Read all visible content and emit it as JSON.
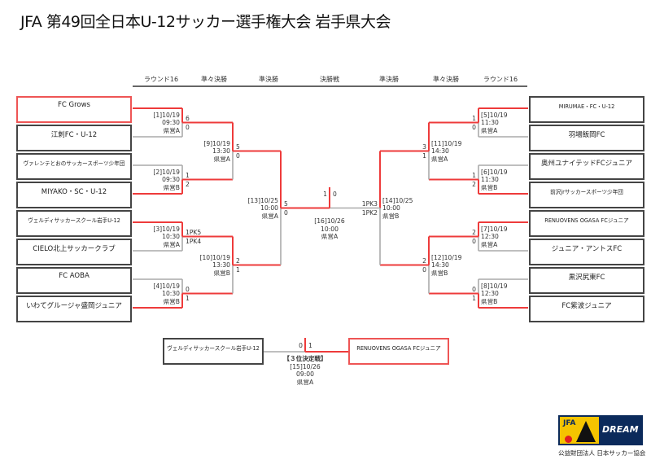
{
  "title": "JFA 第49回全日本U-12サッカー選手権大会 岩手県大会",
  "rounds": {
    "left": [
      "ラウンド16",
      "準々決勝",
      "準決勝"
    ],
    "final": "決勝戦",
    "right": [
      "準決勝",
      "準々決勝",
      "ラウンド16"
    ]
  },
  "teams": {
    "left": [
      {
        "name": "FC Grows",
        "highlight": true
      },
      {
        "name": "江刺FC・U-12"
      },
      {
        "name": "ヴァレンテとおのサッカースポーツ少年団"
      },
      {
        "name": "MIYAKO・SC・U-12"
      },
      {
        "name": "ヴェルディサッカースクール岩手U-12"
      },
      {
        "name": "CIELO北上サッカークラブ"
      },
      {
        "name": "FC AOBA"
      },
      {
        "name": "いわてグルージャ盛岡ジュニア"
      }
    ],
    "right": [
      {
        "name": "MIRUMAE・FC・U-12"
      },
      {
        "name": "羽場飯岡FC"
      },
      {
        "name": "奥州ユナイテッドFCジュニア"
      },
      {
        "name": "前沢jrサッカースポーツ少年団"
      },
      {
        "name": "RENUOVENS OGASA FCジュニア"
      },
      {
        "name": "ジュニア・アントスFC"
      },
      {
        "name": "黒沢尻東FC"
      },
      {
        "name": "FC紫波ジュニア"
      }
    ]
  },
  "matches": {
    "m1": {
      "id": "[1]10/19",
      "time": "09:30",
      "venue": "県営A",
      "scores": [
        "6",
        "0"
      ],
      "winner": 0
    },
    "m2": {
      "id": "[2]10/19",
      "time": "09:30",
      "venue": "県営B",
      "scores": [
        "1",
        "2"
      ],
      "winner": 1
    },
    "m3": {
      "id": "[3]10/19",
      "time": "10:30",
      "venue": "県営A",
      "scores": [
        "1PK5",
        "1PK4"
      ],
      "winner": 0
    },
    "m4": {
      "id": "[4]10/19",
      "time": "10:30",
      "venue": "県営B",
      "scores": [
        "0",
        "1"
      ],
      "winner": 1
    },
    "m5": {
      "id": "[5]10/19",
      "time": "11:30",
      "venue": "県営A",
      "scores": [
        "1",
        "0"
      ],
      "winner": 0
    },
    "m6": {
      "id": "[6]10/19",
      "time": "11:30",
      "venue": "県営B",
      "scores": [
        "1",
        "2"
      ],
      "winner": 1
    },
    "m7": {
      "id": "[7]10/19",
      "time": "12:30",
      "venue": "県営A",
      "scores": [
        "2",
        "0"
      ],
      "winner": 0
    },
    "m8": {
      "id": "[8]10/19",
      "time": "12:30",
      "venue": "県営B",
      "scores": [
        "0",
        "1"
      ],
      "winner": 1
    },
    "m9": {
      "id": "[9]10/19",
      "time": "13:30",
      "venue": "県営A",
      "scores": [
        "5",
        "0"
      ],
      "winner": 0
    },
    "m10": {
      "id": "[10]10/19",
      "time": "13:30",
      "venue": "県営B",
      "scores": [
        "2",
        "1"
      ],
      "winner": 0
    },
    "m11": {
      "id": "[11]10/19",
      "time": "14:30",
      "venue": "県営A",
      "scores": [
        "3",
        "1"
      ],
      "winner": 0
    },
    "m12": {
      "id": "[12]10/19",
      "time": "14:30",
      "venue": "県営B",
      "scores": [
        "2",
        "0"
      ],
      "winner": 0
    },
    "m13": {
      "id": "[13]10/25",
      "time": "10:00",
      "venue": "県営A",
      "scores": [
        "5",
        "0"
      ],
      "winner": 0
    },
    "m14": {
      "id": "[14]10/25",
      "time": "10:00",
      "venue": "県営B",
      "scores": [
        "1PK3",
        "1PK2"
      ],
      "winner": 0
    },
    "m16": {
      "id": "[16]10/26",
      "time": "10:00",
      "venue": "県営A",
      "scores": [
        "1",
        "0"
      ],
      "winner": 0
    }
  },
  "third_place": {
    "title": "【３位決定戦】",
    "id": "[15]10/26",
    "time": "09:00",
    "venue": "県営A",
    "scores": [
      "0",
      "1"
    ],
    "winner": 1,
    "teams": [
      "ヴェルディサッカースクール岩手U-12",
      "RENUOVENS OGASA FCジュニア"
    ]
  },
  "logo": {
    "jfa": "JFA",
    "dream": "DREAM",
    "org": "公益財団法人 日本サッカー協会"
  },
  "colors": {
    "win": "#ee3b3b",
    "lose": "#aaaaaa",
    "box": "#444444"
  }
}
